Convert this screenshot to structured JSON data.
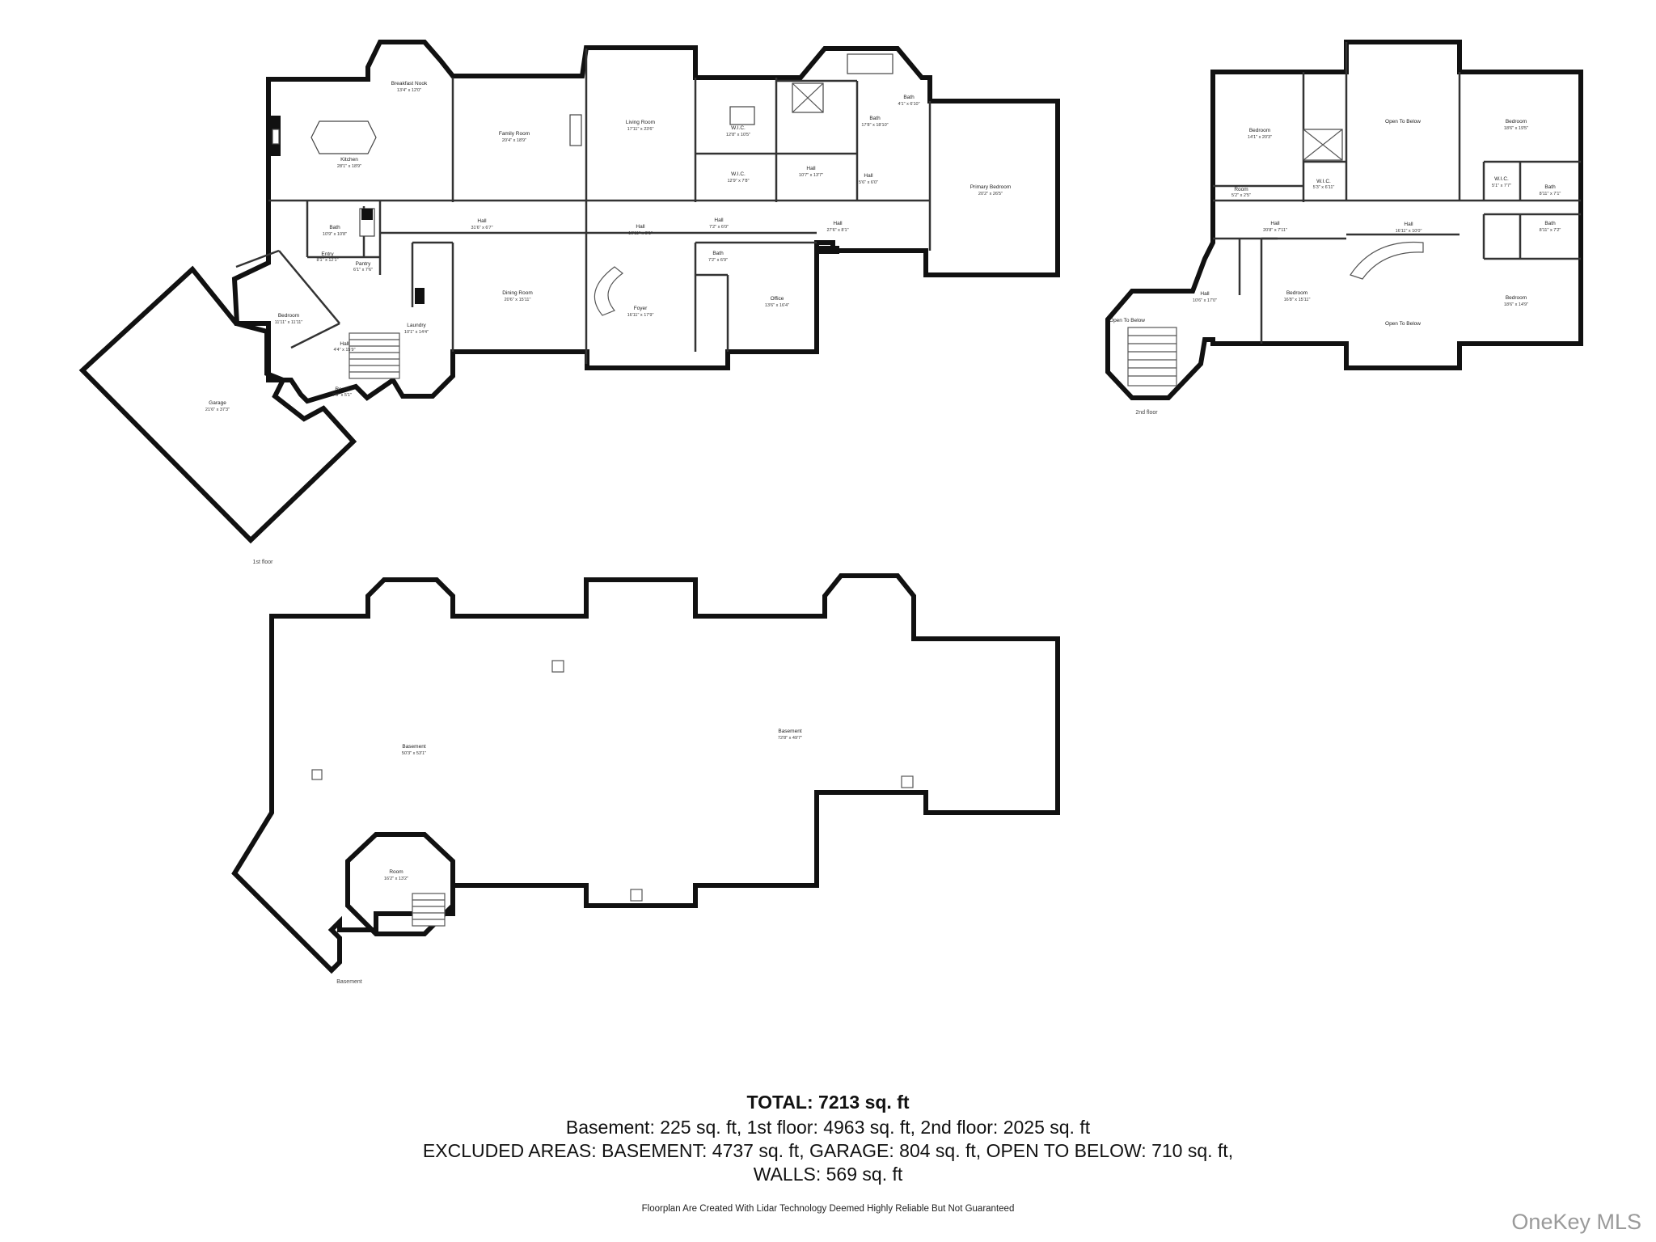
{
  "summary": {
    "total": "TOTAL: 7213 sq. ft",
    "areas": "Basement: 225 sq. ft, 1st floor: 4963 sq. ft, 2nd floor: 2025 sq. ft",
    "excluded_line1": "EXCLUDED AREAS: BASEMENT: 4737 sq. ft, GARAGE: 804 sq. ft, OPEN TO BELOW: 710 sq. ft,",
    "excluded_line2": "WALLS: 569 sq. ft",
    "disclaimer": "Floorplan Are Created With Lidar Technology Deemed Highly Reliable But Not Guaranteed"
  },
  "watermark": "OneKey MLS",
  "floors": {
    "first": "1st floor",
    "second": "2nd floor",
    "basement": "Basement"
  },
  "rooms_first": [
    {
      "name": "Breakfast Nook",
      "dim": "13'4\" x 12'0\""
    },
    {
      "name": "Kitchen",
      "dim": "28'1\" x 18'9\""
    },
    {
      "name": "Family Room",
      "dim": "20'4\" x 18'9\""
    },
    {
      "name": "Living Room",
      "dim": "17'11\" x 23'6\""
    },
    {
      "name": "W.I.C.",
      "dim": "12'8\" x 10'5\""
    },
    {
      "name": "W.I.C.",
      "dim": "12'9\" x 7'8\""
    },
    {
      "name": "Bath",
      "dim": "17'8\" x 18'10\""
    },
    {
      "name": "Bath",
      "dim": "4'1\" x 6'10\""
    },
    {
      "name": "Hall",
      "dim": "10'7\" x 13'7\""
    },
    {
      "name": "Hall",
      "dim": "5'6\" x 6'0\""
    },
    {
      "name": "Primary Bedroom",
      "dim": "20'2\" x 26'5\""
    },
    {
      "name": "Bath",
      "dim": "10'9\" x 10'8\""
    },
    {
      "name": "Hall",
      "dim": "31'6\" x 6'7\""
    },
    {
      "name": "Hall",
      "dim": "16'11\" x 8'1\""
    },
    {
      "name": "Hall",
      "dim": "7'2\" x 6'0\""
    },
    {
      "name": "Hall",
      "dim": "27'6\" x 8'1\""
    },
    {
      "name": "Entry",
      "dim": "8'1\" x 12'1\""
    },
    {
      "name": "Pantry",
      "dim": "6'1\" x 7'6\""
    },
    {
      "name": "Dining Room",
      "dim": "20'6\" x 15'11\""
    },
    {
      "name": "Foyer",
      "dim": "16'11\" x 17'9\""
    },
    {
      "name": "Bath",
      "dim": "7'2\" x 6'9\""
    },
    {
      "name": "Office",
      "dim": "13'6\" x 16'4\""
    },
    {
      "name": "Bedroom",
      "dim": "11'11\" x 11'11\""
    },
    {
      "name": "Laundry",
      "dim": "10'1\" x 14'4\""
    },
    {
      "name": "Hall",
      "dim": "4'4\" x 15'9\""
    },
    {
      "name": "Room",
      "dim": "7'9\" x 5'1\""
    },
    {
      "name": "Garage",
      "dim": "21'6\" x 37'3\""
    }
  ],
  "rooms_second": [
    {
      "name": "Bedroom",
      "dim": "14'1\" x 20'3\""
    },
    {
      "name": "Open To Below",
      "dim": ""
    },
    {
      "name": "Bedroom",
      "dim": "18'6\" x 19'5\""
    },
    {
      "name": "W.I.C.",
      "dim": "5'1\" x 7'7\""
    },
    {
      "name": "Bath",
      "dim": "8'11\" x 7'1\""
    },
    {
      "name": "Bath",
      "dim": "8'11\" x 7'2\""
    },
    {
      "name": "Room",
      "dim": "5'2\" x 2'5\""
    },
    {
      "name": "W.I.C.",
      "dim": "5'3\" x 6'11\""
    },
    {
      "name": "Hall",
      "dim": "20'8\" x 7'11\""
    },
    {
      "name": "Hall",
      "dim": "16'11\" x 10'0\""
    },
    {
      "name": "Hall",
      "dim": "10'6\" x 17'0\""
    },
    {
      "name": "Bedroom",
      "dim": "16'8\" x 15'11\""
    },
    {
      "name": "Open To Below",
      "dim": ""
    },
    {
      "name": "Bedroom",
      "dim": "18'6\" x 14'9\""
    },
    {
      "name": "Open To Below",
      "dim": ""
    }
  ],
  "rooms_basement": [
    {
      "name": "Basement",
      "dim": "50'3\" x 53'1\""
    },
    {
      "name": "Basement",
      "dim": "72'8\" x 49'7\""
    },
    {
      "name": "Room",
      "dim": "16'2\" x 13'2\""
    }
  ]
}
